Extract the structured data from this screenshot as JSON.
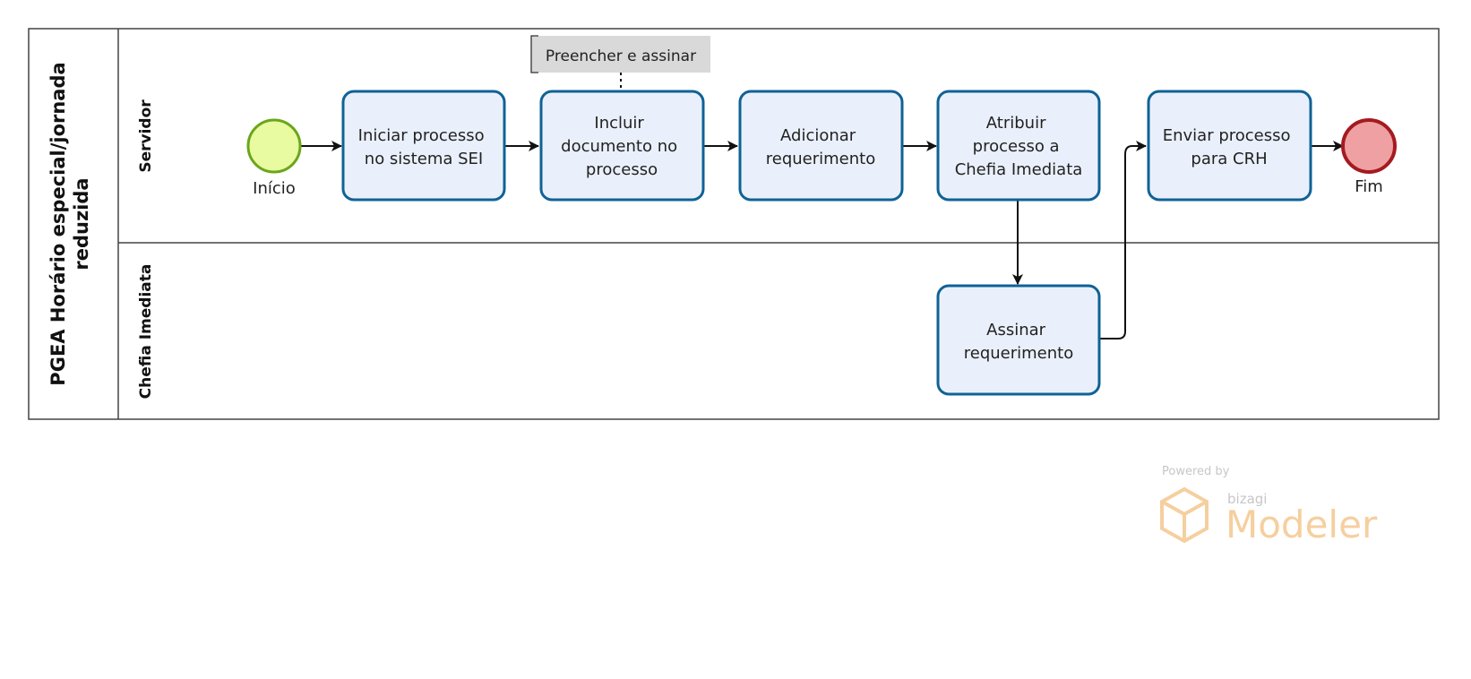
{
  "pool": {
    "title_line1": "PGEA Horário especial/jornada",
    "title_line2": "reduzida"
  },
  "lanes": {
    "servidor": "Servidor",
    "chefia": "Chefia Imediata"
  },
  "events": {
    "start": "Início",
    "end": "Fim"
  },
  "tasks": {
    "t1": [
      "Iniciar processo",
      "no sistema SEI"
    ],
    "t2": [
      "Incluir",
      "documento no",
      "processo"
    ],
    "t3": [
      "Adicionar",
      "requerimento"
    ],
    "t4": [
      "Atribuir",
      "processo a",
      "Chefia Imediata"
    ],
    "t5": [
      "Enviar processo",
      "para CRH"
    ],
    "t6": [
      "Assinar",
      "requerimento"
    ]
  },
  "annotation": "Preencher e assinar",
  "watermark": {
    "powered_by": "Powered by",
    "brand_small": "bizagi",
    "brand": "Modeler"
  },
  "colors": {
    "task_fill": "#eaf0fb",
    "task_stroke": "#0f6296",
    "start_fill": "#e8fba0",
    "start_stroke": "#6aa61c",
    "end_fill": "#eea0a3",
    "end_stroke": "#a51a1f",
    "annotation_fill": "#d9d9d9",
    "watermark": "#f7c387"
  }
}
